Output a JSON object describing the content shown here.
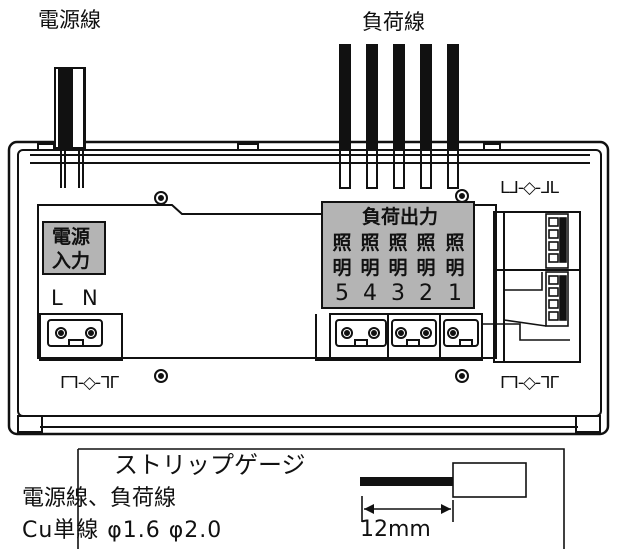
{
  "labels": {
    "power_wire": "電源線",
    "load_wire": "負荷線",
    "power_input_line1": "電源",
    "power_input_line2": "入力",
    "load_output": "負荷出力",
    "terminal_L": "L",
    "terminal_N": "N"
  },
  "channels": [
    {
      "top": "照",
      "mid": "明",
      "num": "5"
    },
    {
      "top": "照",
      "mid": "明",
      "num": "4"
    },
    {
      "top": "照",
      "mid": "明",
      "num": "3"
    },
    {
      "top": "照",
      "mid": "明",
      "num": "2"
    },
    {
      "top": "照",
      "mid": "明",
      "num": "1"
    }
  ],
  "strip_gauge": {
    "title": "ストリップゲージ",
    "wire_types": "電源線、負荷線",
    "spec": "Cu単線 φ1.6 φ2.0",
    "length": "12mm"
  },
  "symbols": {
    "top_right": "ᒪᒧ-◇-ᒧᒪ",
    "bottom_left": "ᒥᒣ-◇-ᒣᒥ",
    "bottom_right": "ᒥᒣ-◇-ᒣᒥ"
  },
  "colors": {
    "gray_panel": "#b4b4b4",
    "wire": "#111111",
    "line": "#111111"
  }
}
